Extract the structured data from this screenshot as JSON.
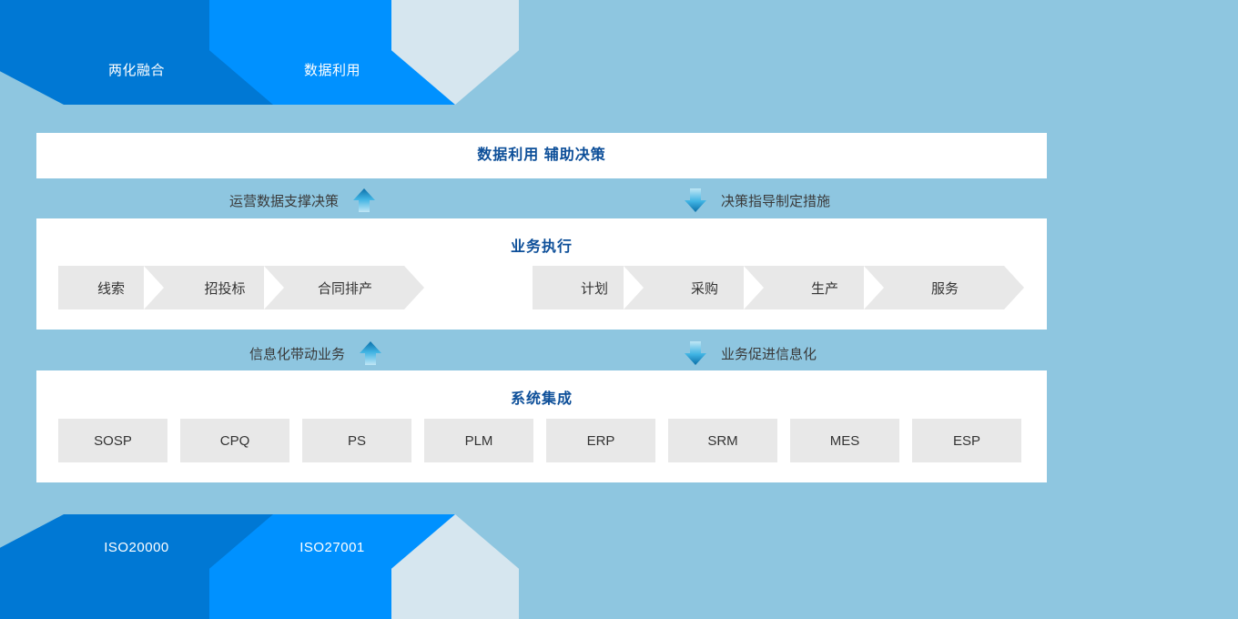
{
  "colors": {
    "background": "#8ec6e0",
    "panel": "#ffffff",
    "title": "#0d4f99",
    "ribbon_dark": "#0078d4",
    "ribbon_mid": "#0091ff",
    "ribbon_light": "#d6e6ef",
    "chip": "#e8e8e8",
    "chip_text": "#333333",
    "arrow_blue": "#1a8fd0"
  },
  "banner_top": {
    "items": [
      {
        "label": "两化融合",
        "tone": "dark"
      },
      {
        "label": "数据利用",
        "tone": "mid"
      },
      {
        "label": "",
        "tone": "light"
      }
    ]
  },
  "banner_bottom": {
    "items": [
      {
        "label": "ISO20000",
        "tone": "dark"
      },
      {
        "label": "ISO27001",
        "tone": "mid"
      },
      {
        "label": "",
        "tone": "light"
      }
    ]
  },
  "panels": {
    "decision": {
      "title": "数据利用 辅助决策"
    },
    "business": {
      "title": "业务执行"
    },
    "system": {
      "title": "系统集成"
    }
  },
  "arrows_top": {
    "left": {
      "label": "运营数据支撑决策",
      "icon": "arrow-up-icon",
      "direction": "up"
    },
    "right": {
      "label": "决策指导制定措施",
      "icon": "arrow-down-icon",
      "direction": "down"
    }
  },
  "arrows_mid": {
    "left": {
      "label": "信息化带动业务",
      "icon": "arrow-up-icon",
      "direction": "up"
    },
    "right": {
      "label": "业务促进信息化",
      "icon": "arrow-down-icon",
      "direction": "down"
    }
  },
  "business_flow": {
    "left_group": [
      "线索",
      "招投标",
      "合同排产"
    ],
    "right_group": [
      "计划",
      "采购",
      "生产",
      "服务"
    ]
  },
  "systems": [
    "SOSP",
    "CPQ",
    "PS",
    "PLM",
    "ERP",
    "SRM",
    "MES",
    "ESP"
  ]
}
